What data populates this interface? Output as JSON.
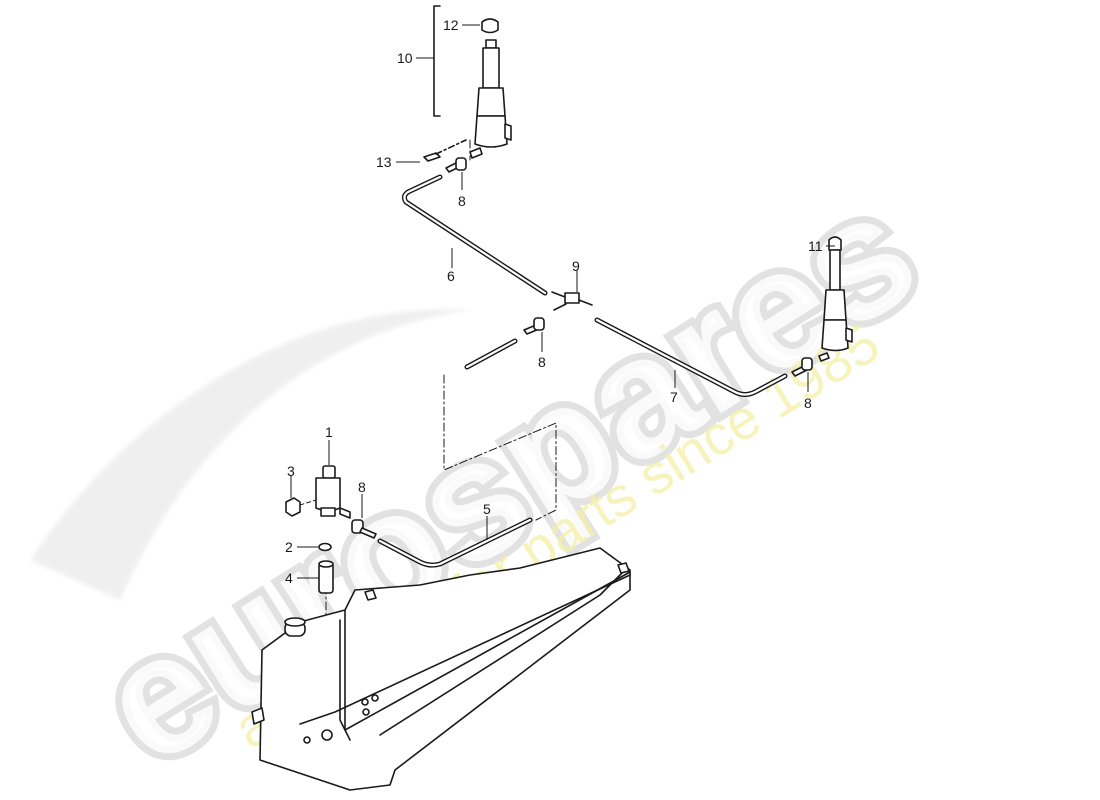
{
  "diagram": {
    "type": "exploded parts diagram",
    "subject": "headlight washer system",
    "background": "#ffffff",
    "line_color": "#1a1a1a",
    "watermark": {
      "brand": "eurospares",
      "tagline": "a passion for parts since 1985",
      "brand_color": "#e4e4e4",
      "tagline_color": "#f3efa0"
    },
    "callouts": [
      {
        "id": "1",
        "label": "1",
        "part": "washer pump"
      },
      {
        "id": "2",
        "label": "2",
        "part": "seal ring"
      },
      {
        "id": "3",
        "label": "3",
        "part": "connector"
      },
      {
        "id": "4",
        "label": "4",
        "part": "filter sleeve"
      },
      {
        "id": "5",
        "label": "5",
        "part": "hose line"
      },
      {
        "id": "6",
        "label": "6",
        "part": "hose line"
      },
      {
        "id": "7",
        "label": "7",
        "part": "hose line"
      },
      {
        "id": "8",
        "label": "8",
        "part": "hose connector"
      },
      {
        "id": "9",
        "label": "9",
        "part": "T-piece"
      },
      {
        "id": "10",
        "label": "10",
        "part": "washer nozzle assembly"
      },
      {
        "id": "11",
        "label": "11",
        "part": "washer nozzle"
      },
      {
        "id": "12",
        "label": "12",
        "part": "cap"
      },
      {
        "id": "13",
        "label": "13",
        "part": "screw"
      }
    ]
  }
}
